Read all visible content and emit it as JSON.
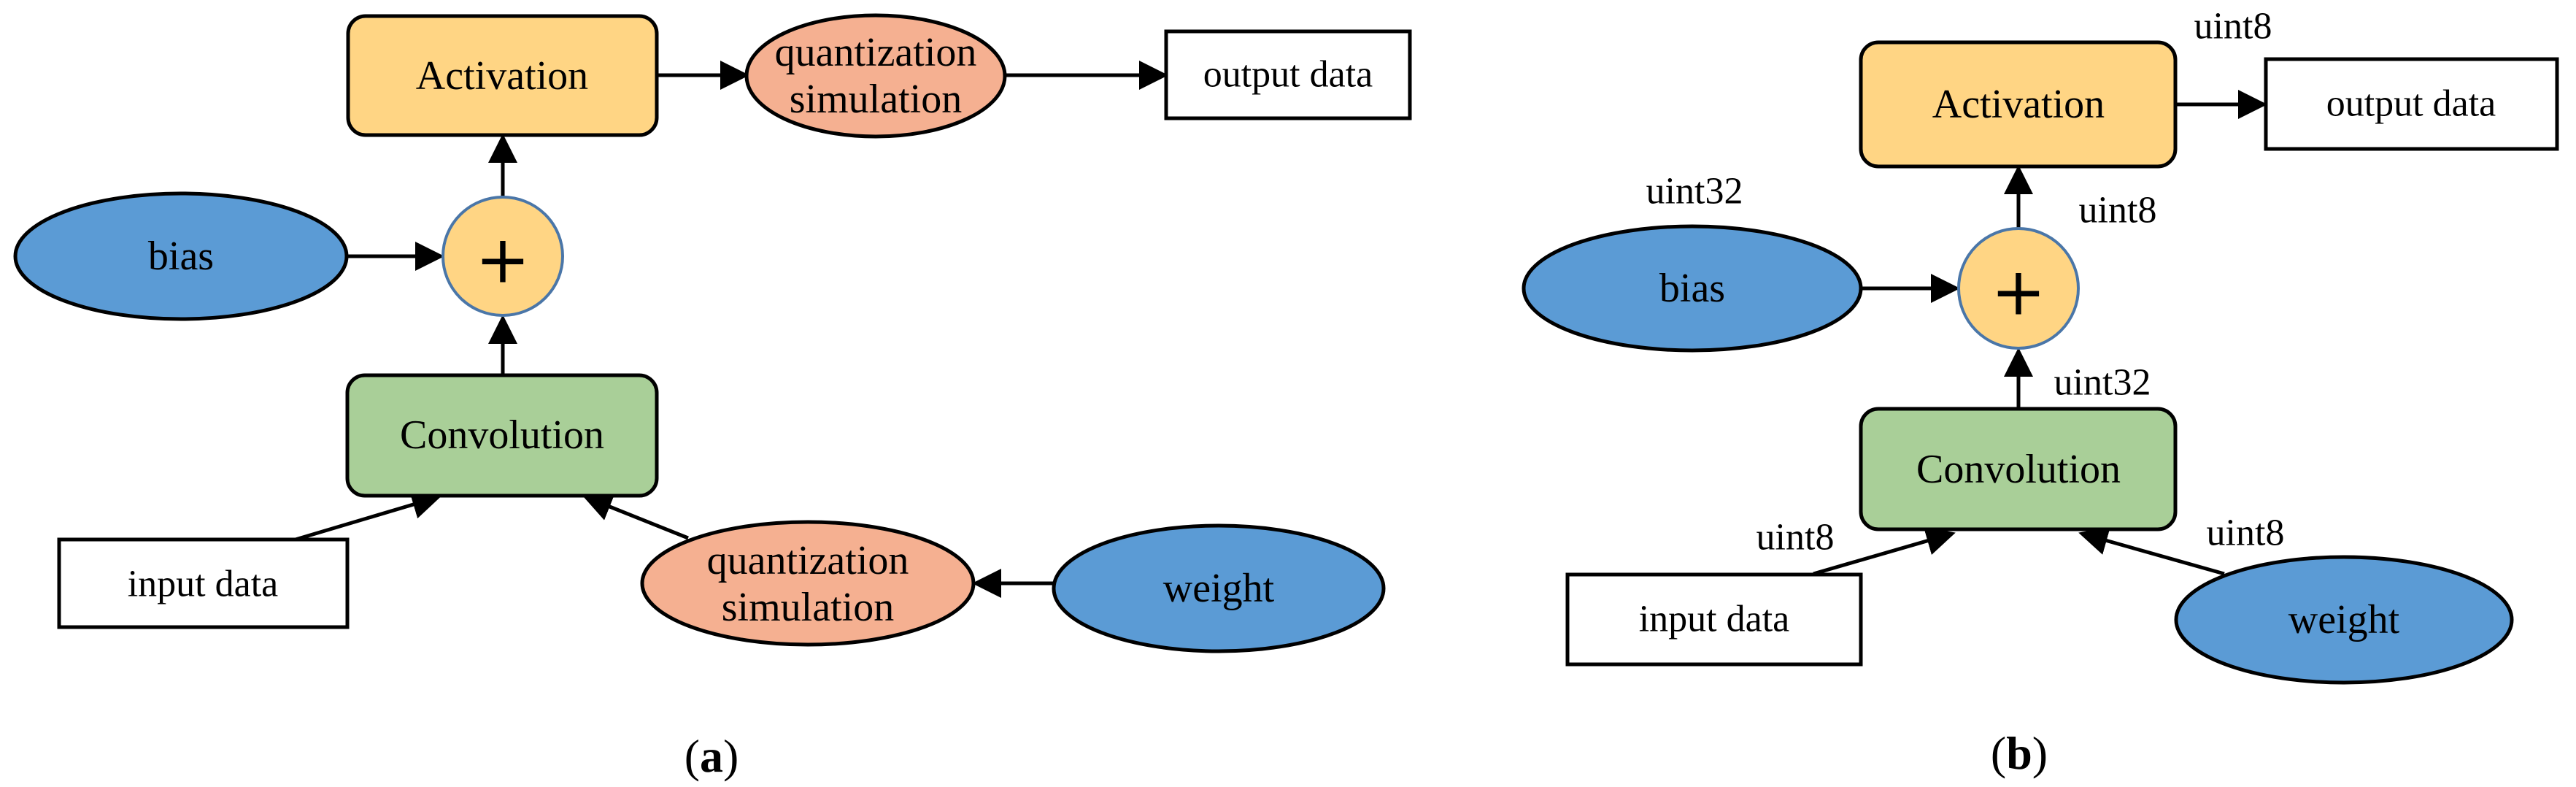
{
  "colors": {
    "activation": "#FFD584",
    "convolution": "#A9CF98",
    "input_param": "#5B9BD5",
    "quantization": "#F5B091",
    "adder": "#FFD584",
    "adder_border": "#4A76A8"
  },
  "panel_a": {
    "caption_open": "(",
    "caption_letter": "a",
    "caption_close": ")",
    "activation": "Activation",
    "quant_top_line1": "quantization",
    "quant_top_line2": "simulation",
    "output": "output data",
    "bias": "bias",
    "plus": "+",
    "convolution": "Convolution",
    "input": "input data",
    "quant_bottom_line1": "quantization",
    "quant_bottom_line2": "simulation",
    "weight": "weight"
  },
  "panel_b": {
    "caption_open": "(",
    "caption_letter": "b",
    "caption_close": ")",
    "activation": "Activation",
    "output": "output data",
    "bias": "bias",
    "plus": "+",
    "convolution": "Convolution",
    "input": "input data",
    "weight": "weight",
    "type_activation_out": "uint8",
    "type_bias": "uint32",
    "type_adder_out": "uint8",
    "type_conv_out": "uint32",
    "type_input": "uint8",
    "type_weight": "uint8"
  }
}
